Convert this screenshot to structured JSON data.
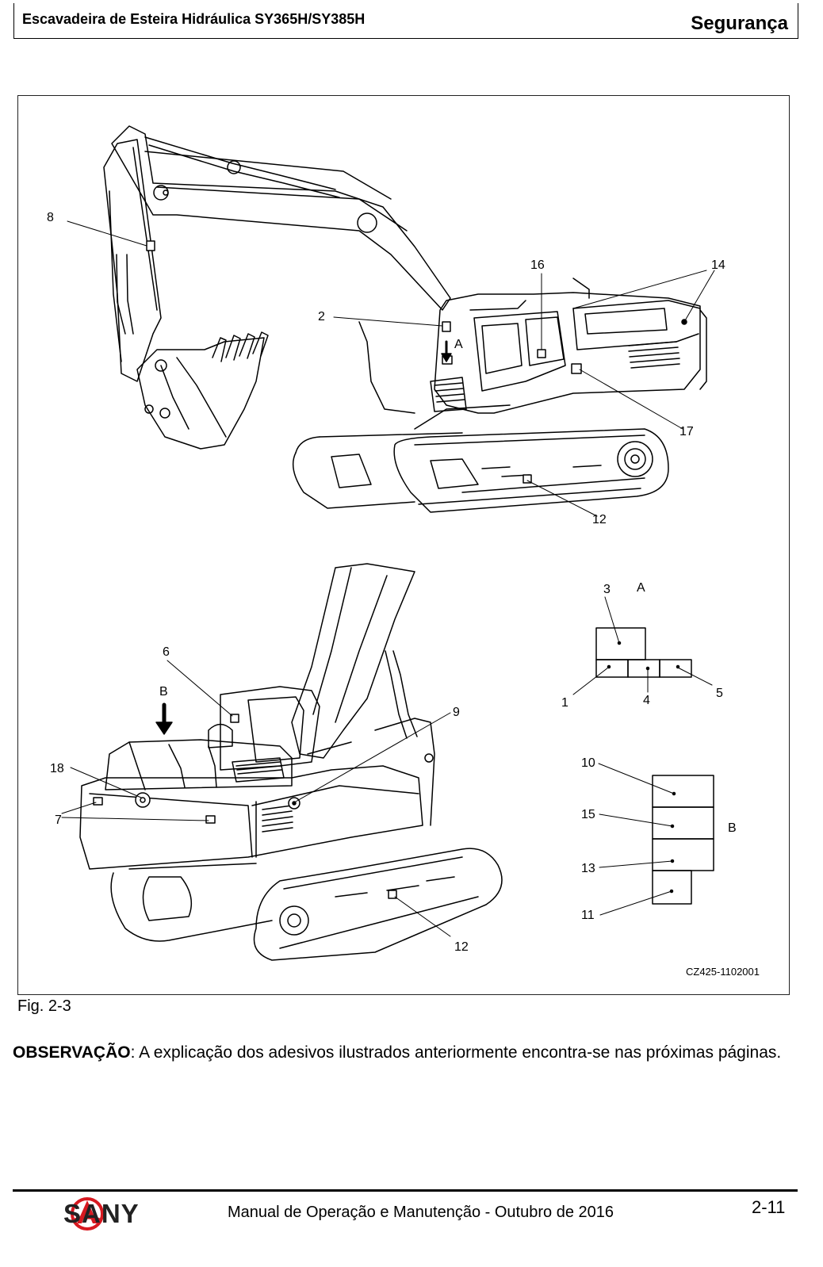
{
  "header": {
    "title": "Escavadeira de Esteira Hidráulica SY365H/SY385H",
    "section": "Segurança"
  },
  "figure": {
    "view_marks": {
      "a": "A",
      "b": "B"
    },
    "callouts": {
      "c1": "1",
      "c2": "2",
      "c3": "3",
      "c4": "4",
      "c5": "5",
      "c6": "6",
      "c7": "7",
      "c8": "8",
      "c9": "9",
      "c10": "10",
      "c11": "11",
      "c12_top": "12",
      "c12_bottom": "12",
      "c13": "13",
      "c14": "14",
      "c15": "15",
      "c16": "16",
      "c17": "17",
      "c18": "18"
    },
    "drawing_code": "CZ425-1102001",
    "caption": "Fig.  2-3"
  },
  "note": {
    "label": "OBSERVAÇÃO",
    "text": ": A explicação dos adesivos ilustrados anteriormente encontra-se nas próximas páginas."
  },
  "footer": {
    "brand": "SANY",
    "manual": "Manual de Operação e Manutenção - Outubro de 2016",
    "page": "2-11"
  }
}
